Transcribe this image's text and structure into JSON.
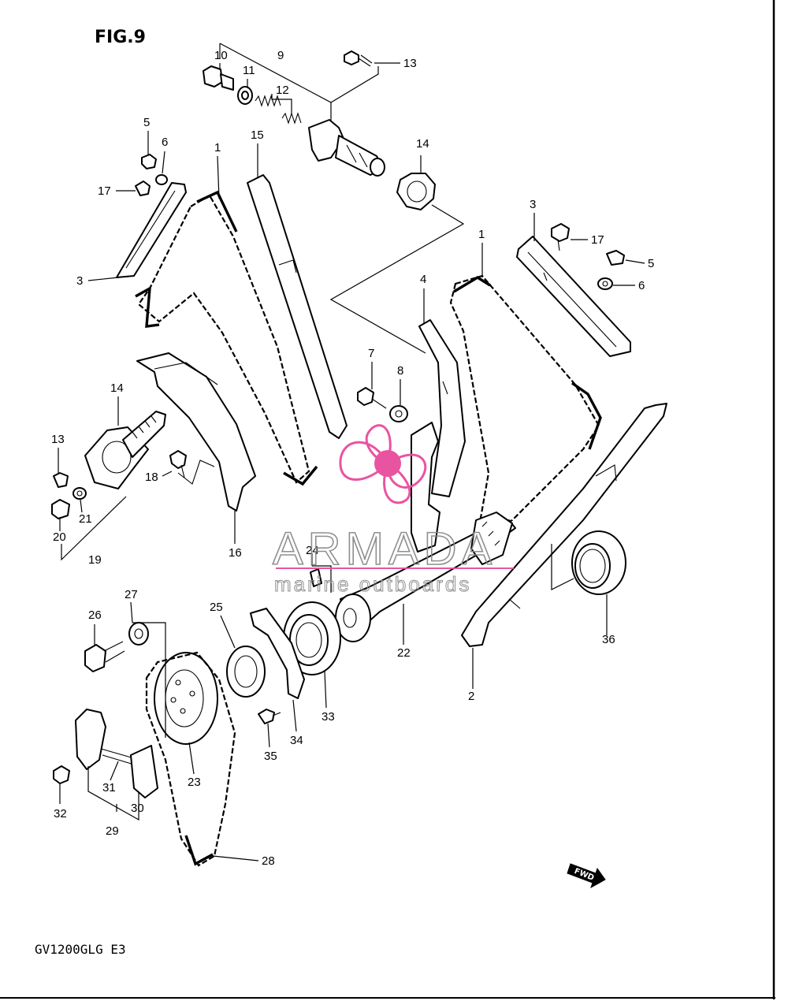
{
  "figure": {
    "title": "FIG.9",
    "model_code": "GV1200GLG  E3",
    "fwd_label": "FWD"
  },
  "watermark": {
    "brand": "ARMADA",
    "tagline": "marine outboards",
    "accent_color": "#e84b9c",
    "text_color": "#8a8a8a"
  },
  "callouts": {
    "c1a": "1",
    "c1b": "1",
    "c2": "2",
    "c3a": "3",
    "c3b": "3",
    "c4": "4",
    "c5a": "5",
    "c5b": "5",
    "c6a": "6",
    "c6b": "6",
    "c7": "7",
    "c8": "8",
    "c9": "9",
    "c10": "10",
    "c11": "11",
    "c12": "12",
    "c13a": "13",
    "c13b": "13",
    "c14a": "14",
    "c14b": "14",
    "c15": "15",
    "c16": "16",
    "c17a": "17",
    "c17b": "17",
    "c18": "18",
    "c19": "19",
    "c20": "20",
    "c21": "21",
    "c22": "22",
    "c23": "23",
    "c24": "24",
    "c25": "25",
    "c26": "26",
    "c27": "27",
    "c28": "28",
    "c29": "29",
    "c30": "30",
    "c31": "31",
    "c32": "32",
    "c33": "33",
    "c34": "34",
    "c35": "35",
    "c36": "36"
  }
}
